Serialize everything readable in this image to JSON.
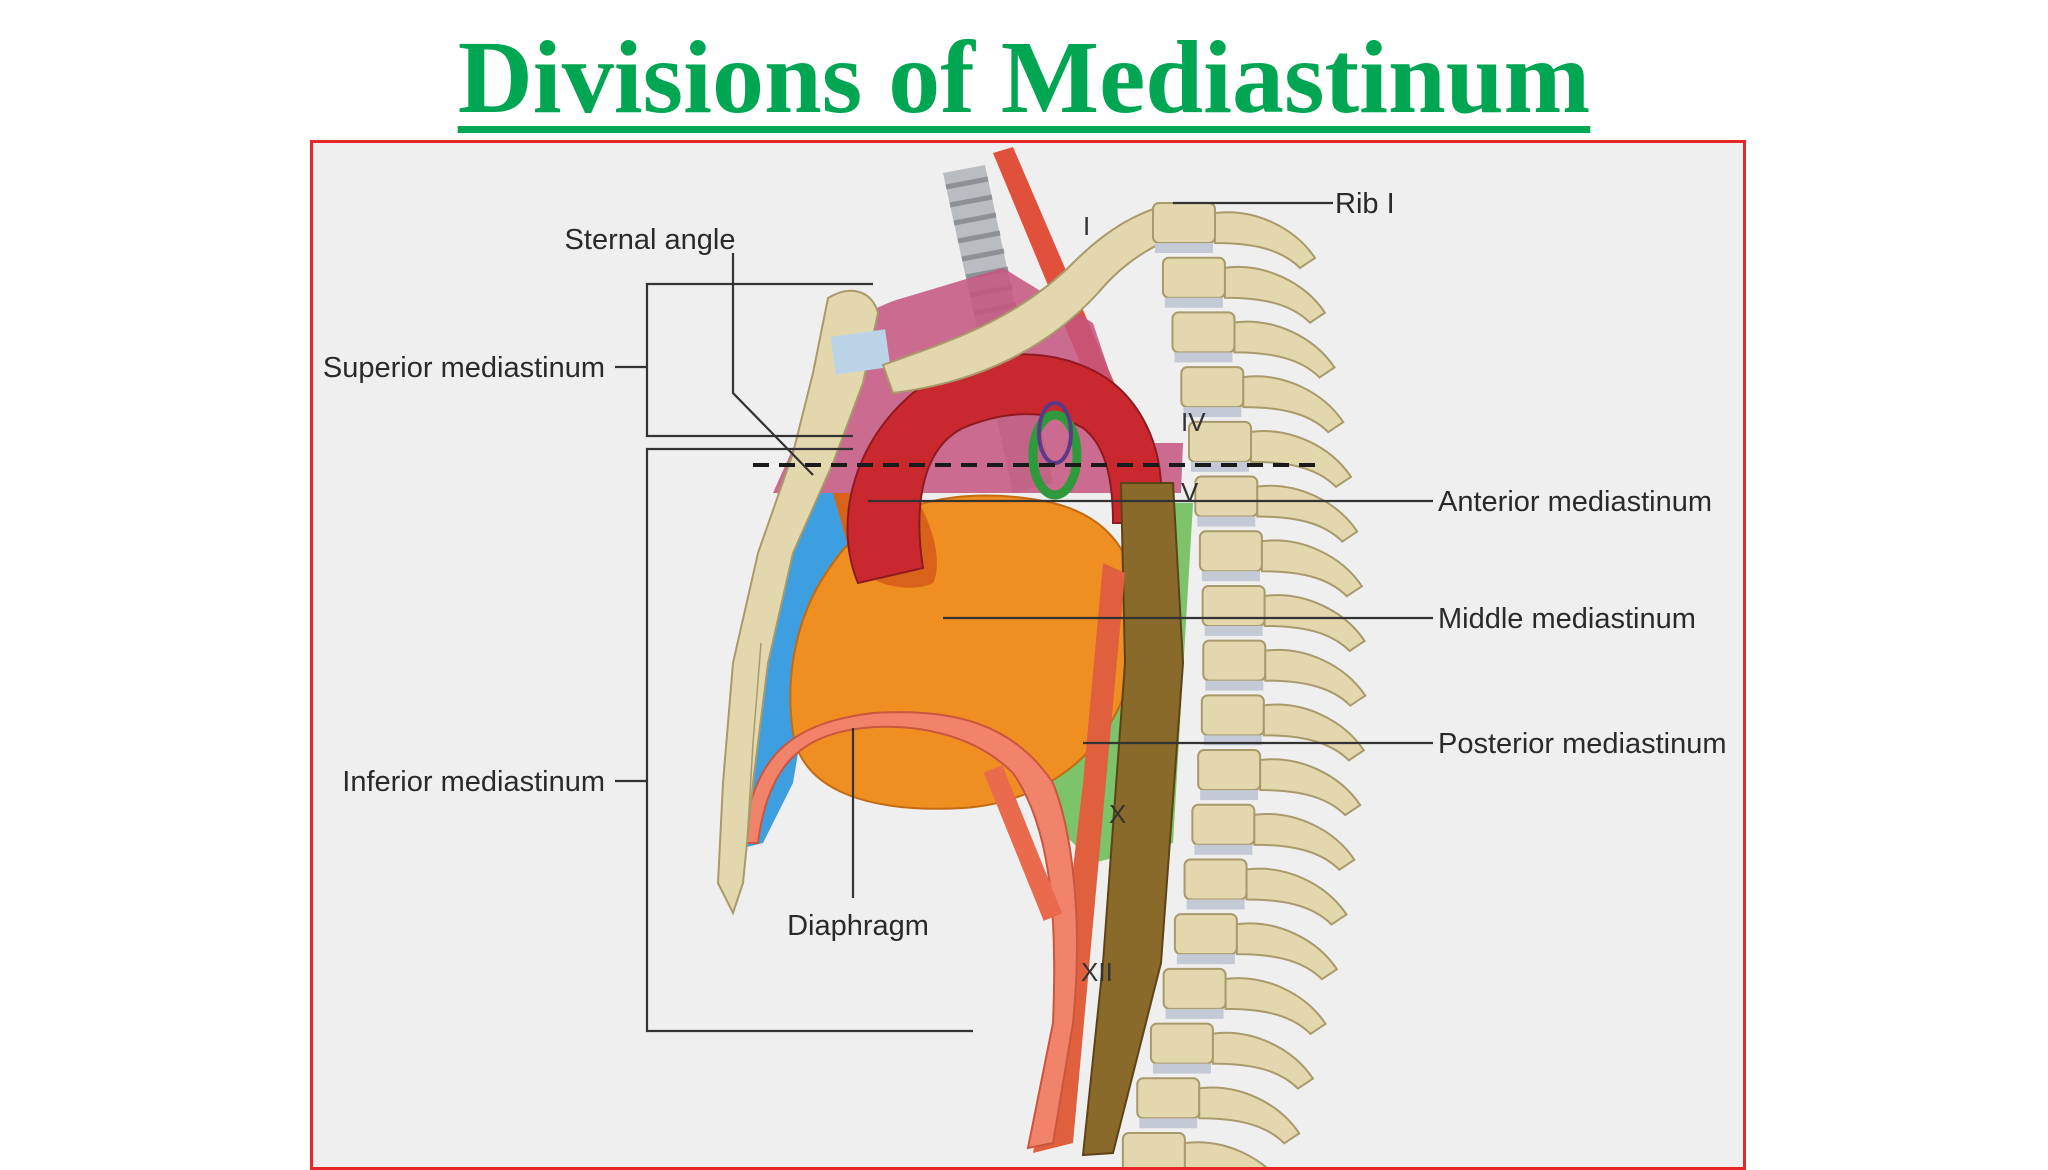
{
  "title": "Divisions of Mediastinum",
  "labels": {
    "sternal_angle": "Sternal angle",
    "rib_1": "Rib I",
    "superior_mediastinum": "Superior mediastinum",
    "inferior_mediastinum": "Inferior mediastinum",
    "anterior_mediastinum": "Anterior mediastinum",
    "middle_mediastinum": "Middle mediastinum",
    "posterior_mediastinum": "Posterior mediastinum",
    "diaphragm": "Diaphragm"
  },
  "vertebra_labels": {
    "v1": "I",
    "v4": "IV",
    "v5": "V",
    "v10": "X",
    "v12": "XII"
  },
  "colors": {
    "title_green": "#00a651",
    "frame_red": "#e8262a",
    "background": "#f0efef",
    "bone": "#e3d7ae",
    "aorta": "#c8282e",
    "heart": "#ef8f22",
    "anterior_blue": "#3d9ee0",
    "superior_pink": "#c4537e",
    "posterior_green": "#7cc36a",
    "esophagus": "#8a6a2a"
  }
}
